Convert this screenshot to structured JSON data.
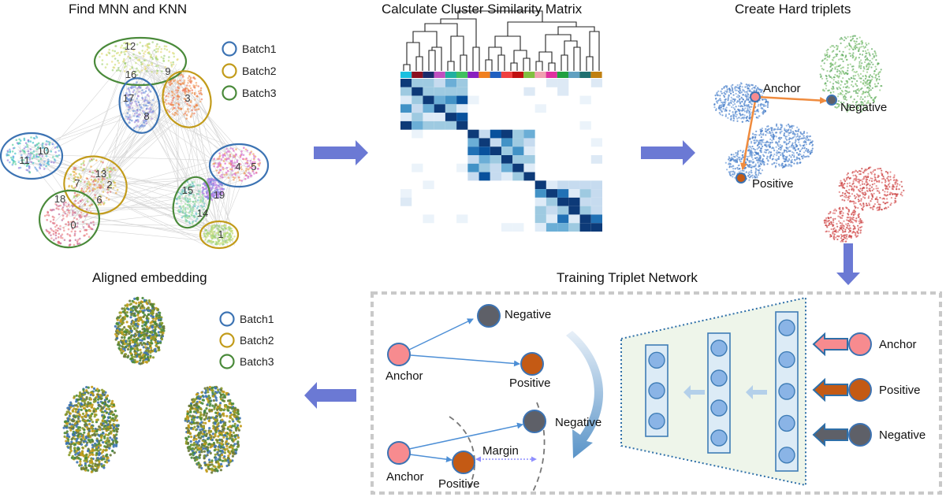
{
  "panels": {
    "mnn": {
      "title": "Find MNN and KNN",
      "legend": [
        "Batch1",
        "Batch2",
        "Batch3"
      ],
      "cluster_ids": [
        "12",
        "16",
        "9",
        "17",
        "3",
        "8",
        "10",
        "11",
        "13",
        "7",
        "2",
        "6",
        "18",
        "0",
        "4",
        "5",
        "15",
        "19",
        "14",
        "1"
      ]
    },
    "matrix": {
      "title": "Calculate Cluster Similarity Matrix"
    },
    "triplets": {
      "title": "Create Hard triplets",
      "anchor": "Anchor",
      "negative": "Negative",
      "positive": "Positive"
    },
    "aligned": {
      "title": "Aligned embedding",
      "legend": [
        "Batch1",
        "Batch2",
        "Batch3"
      ]
    },
    "training": {
      "title": "Training Triplet Network",
      "top": {
        "negative": "Negative",
        "anchor": "Anchor",
        "positive": "Positive"
      },
      "bottom": {
        "negative": "Negative",
        "anchor": "Anchor",
        "positive": "Positive",
        "margin": "Margin"
      },
      "inputs": [
        "Anchor",
        "Positive",
        "Negative"
      ]
    }
  },
  "colors": {
    "batch1": "#3c73b3",
    "batch2": "#c29b1a",
    "batch3": "#4a8a3a",
    "arrow": "#6b79d4",
    "anchor_node": "#f78b8f",
    "positive_node": "#c45a14",
    "negative_node": "#5e6068",
    "orange_arrow": "#ef8b3e",
    "matrix_dark": "#0d3a78",
    "frame": "#c9c9c9"
  }
}
